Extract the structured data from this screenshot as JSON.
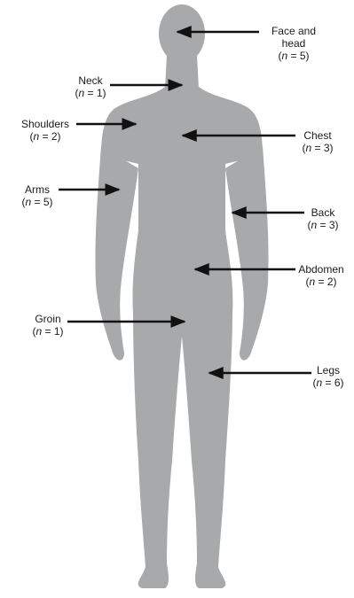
{
  "colors": {
    "body_fill": "#a8a9ab",
    "arrow": "#111111",
    "text": "#1a1a1a",
    "background": "#ffffff"
  },
  "regions": [
    {
      "id": "face-head",
      "label": "Face and head",
      "label_line1": "Face and",
      "label_line2": "head",
      "n": 5
    },
    {
      "id": "neck",
      "label": "Neck",
      "n": 1
    },
    {
      "id": "shoulders",
      "label": "Shoulders",
      "n": 2
    },
    {
      "id": "chest",
      "label": "Chest",
      "n": 3
    },
    {
      "id": "arms",
      "label": "Arms",
      "n": 5
    },
    {
      "id": "back",
      "label": "Back",
      "n": 3
    },
    {
      "id": "abdomen",
      "label": "Abdomen",
      "n": 2
    },
    {
      "id": "groin",
      "label": "Groin",
      "n": 1
    },
    {
      "id": "legs",
      "label": "Legs",
      "n": 6
    }
  ],
  "count_prefix": "(",
  "count_var": "n",
  "count_eq": " = ",
  "count_suffix": ")"
}
